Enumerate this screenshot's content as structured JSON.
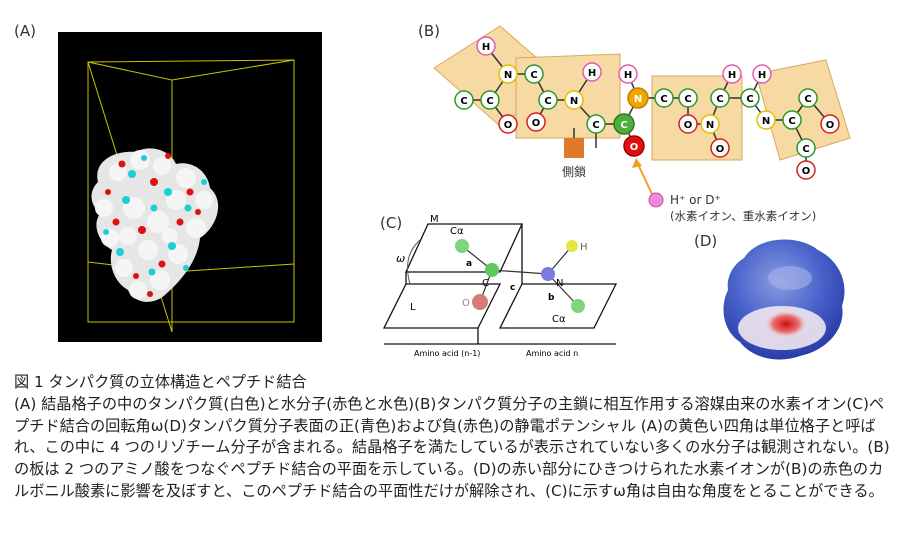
{
  "panels": {
    "a_label": "(A)",
    "b_label": "(B)",
    "c_label": "(C)",
    "d_label": "(D)"
  },
  "panel_b": {
    "side_chain_label": "側鎖",
    "ion_label": "H⁺ or D⁺",
    "ion_sub": "(水素イオン、重水素イオン)",
    "atom_H": "H",
    "atom_N": "N",
    "atom_C": "C",
    "atom_O": "O"
  },
  "panel_c": {
    "M": "M",
    "L": "L",
    "omega": "ω",
    "Ca_top": "Cα",
    "Ca_bottom": "Cα",
    "H": "H",
    "N": "N",
    "C": "C",
    "O": "O",
    "a": "a",
    "b": "b",
    "c": "c",
    "amino_n1": "Amino acid (n-1)",
    "amino_n": "Amino acid n"
  },
  "caption": {
    "title": "図 1  タンパク質の立体構造とペプチド結合",
    "body": "(A) 結晶格子の中のタンパク質(白色)と水分子(赤色と水色)(B)タンパク質分子の主鎖に相互作用する溶媒由来の水素イオン(C)ペプチド結合の回転角ω(D)タンパク質分子表面の正(青色)および負(赤色)の静電ポテンシャル (A)の黄色い四角は単位格子と呼ばれ、この中に 4 つのリゾチーム分子が含まれる。結晶格子を満たしているが表示されていない多くの水分子は観測されない。(B)の板は 2 つのアミノ酸をつなぐペプチド結合の平面を示している。(D)の赤い部分にひきつけられた水素イオンが(B)の赤色のカルボニル酸素に影響を及ぼすと、このペプチド結合の平面性だけが解除され、(C)に示すω角は自由な角度をとることができる。"
  }
}
